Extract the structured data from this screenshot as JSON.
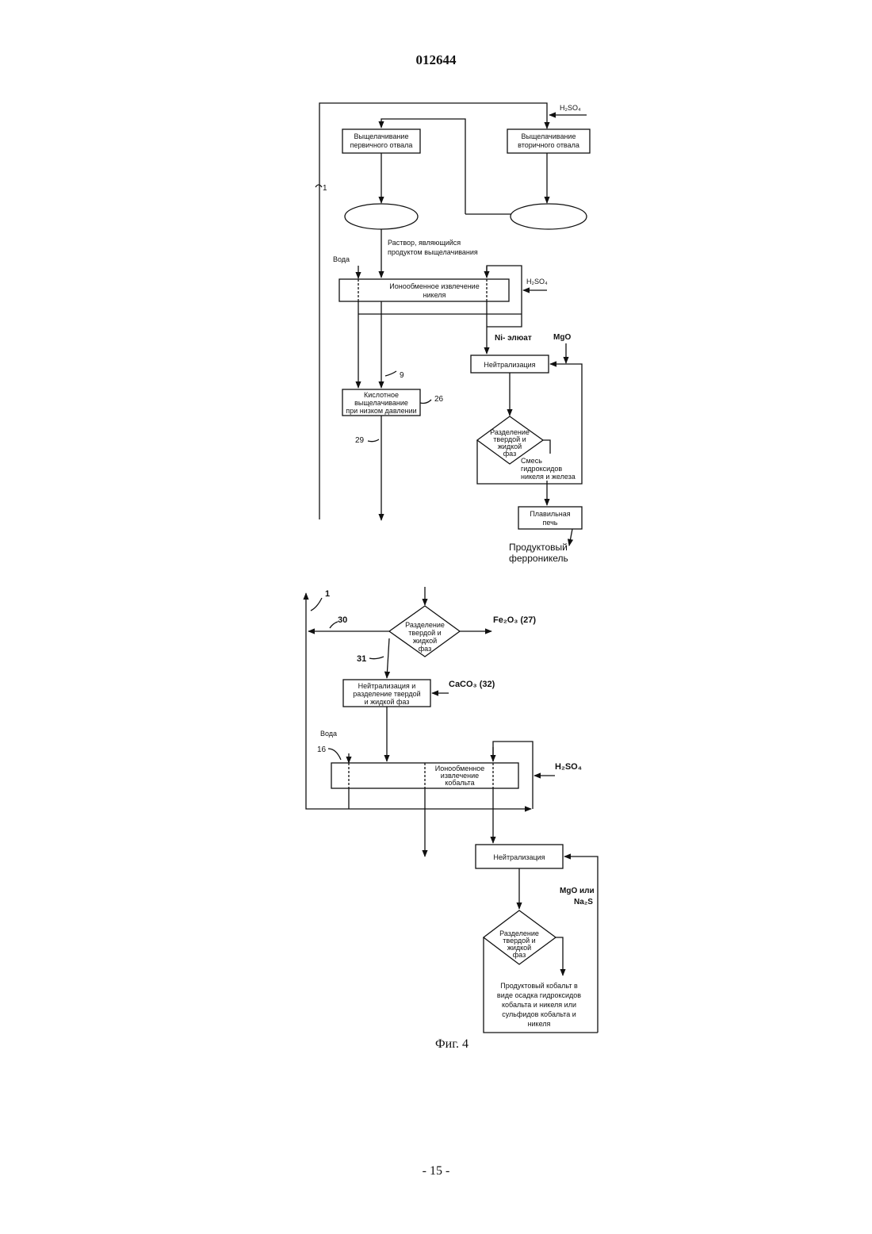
{
  "header": {
    "doc_number": "012644"
  },
  "diagram1": {
    "box_leach_primary": [
      "Выщелачивание",
      "первичного отвала"
    ],
    "box_leach_secondary": [
      "Выщелачивание",
      "вторичного отвала"
    ],
    "h2so4_top": "H₂SO₄",
    "label_1": "1",
    "solution_label": [
      "Раствор, являющийся",
      "продуктом выщелачивания"
    ],
    "water": "Вода",
    "box_ion_nickel": [
      "Ионообменное извлечение",
      "никеля"
    ],
    "h2so4_nickel": "H₂SO₄",
    "ni_eluate": "Ni- элюат",
    "mgo": "MgO",
    "box_neutral": "Нейтрализация",
    "label_9": "9",
    "box_acid_leach": [
      "Кислотное",
      "выщелачивание",
      "при низком давлении"
    ],
    "label_26": "26",
    "label_29": "29",
    "diamond_sep": [
      "Разделение",
      "твердой и",
      "жидкой",
      "фаз"
    ],
    "mixture": [
      "Смесь",
      "гидроксидов",
      "никеля и железа"
    ],
    "box_furnace": [
      "Плавильная",
      "печь"
    ],
    "product_ferronickel": [
      "Продуктовый",
      "ферроникель"
    ]
  },
  "diagram2": {
    "label_1": "1",
    "label_30": "30",
    "diamond_sep": [
      "Разделение",
      "твердой и",
      "жидкой",
      "фаз"
    ],
    "fe2o3": "Fe₂O₃  (27)",
    "label_31": "31",
    "box_neutral_sep": [
      "Нейтрализация и",
      "разделение твердой",
      "и жидкой фаз"
    ],
    "caco3": "CaCO₃ (32)",
    "water": "Вода",
    "label_16": "16",
    "box_ion_cobalt": [
      "Ионообменное",
      "извлечение",
      "кобальта"
    ],
    "h2so4": "H₂SO₄",
    "box_neutral": "Нейтрализация",
    "mgo_or": "MgO или",
    "na2s": "Na₂S",
    "diamond_sep2": [
      "Разделение",
      "твердой и",
      "жидкой",
      "фаз"
    ],
    "product_cobalt": [
      "Продуктовый кобальт в",
      "виде осадка гидроксидов",
      "кобальта и никеля или",
      "сульфидов кобальта и",
      "никеля"
    ]
  },
  "caption": "Фиг. 4",
  "footer": {
    "page_number": "- 15 -"
  }
}
